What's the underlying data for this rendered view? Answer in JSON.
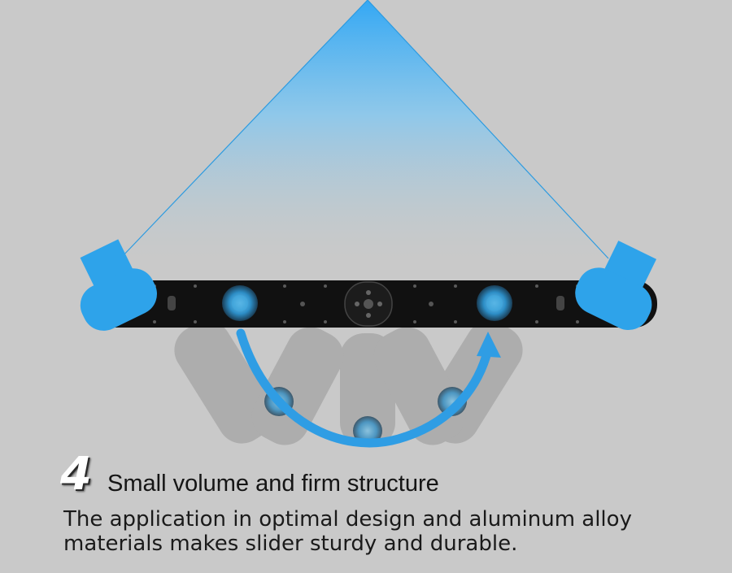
{
  "feature": {
    "number": "4",
    "title": "Small volume and firm structure",
    "description_lines": [
      "The application in optimal design and aluminum alloy",
      "materials makes slider sturdy and durable."
    ]
  },
  "colors": {
    "background": "#c9c9c9",
    "accent_blue": "#2ea3ea",
    "slider_body": "#111111",
    "light_cone_top": "#3fb0f5"
  },
  "icons": [
    "light-cone",
    "slider-rail",
    "swing-arc-arrow",
    "camera-mount-block"
  ]
}
